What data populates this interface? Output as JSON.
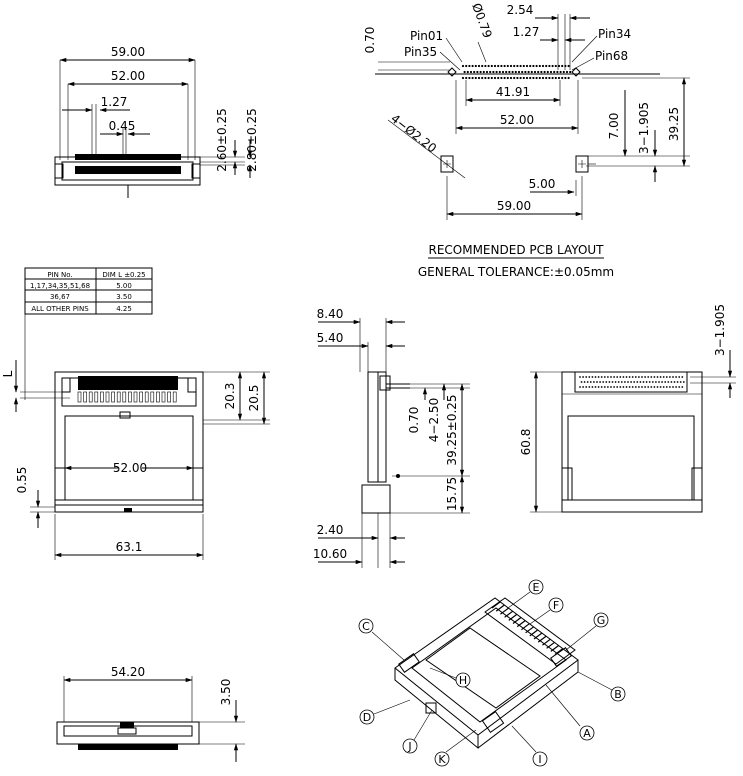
{
  "front_view": {
    "dim_width_outer": "59.00",
    "dim_width_inner": "52.00",
    "dim_pitch": "1.27",
    "dim_pin_width": "0.45",
    "dim_height_a": "2.60±0.25",
    "dim_height_b": "2.80±0.25"
  },
  "pcb_layout": {
    "dim_pitch_wide": "2.54",
    "dim_pitch": "1.27",
    "dim_drill": "Ø0.79",
    "dim_row_offset": "0.70",
    "label_pin01": "Pin01",
    "label_pin35": "Pin35",
    "label_pin34": "Pin34",
    "label_pin68": "Pin68",
    "dim_pin_span": "41.91",
    "dim_width_inner": "52.00",
    "dim_width_outer": "59.00",
    "dim_holes": "4−Ø2.20",
    "dim_hole_y": "7.00",
    "dim_row_y": "3−1.905",
    "dim_total_y": "39.25",
    "dim_hole_x": "5.00",
    "title": "RECOMMENDED PCB LAYOUT",
    "tolerance": "GENERAL TOLERANCE:±0.05mm"
  },
  "pin_table": {
    "headers": [
      "PIN No.",
      "DIM L ±0.25"
    ],
    "rows": [
      [
        "1,17,34,35,51,68",
        "5.00"
      ],
      [
        "36,67",
        "3.50"
      ],
      [
        "ALL OTHER PINS",
        "4.25"
      ]
    ],
    "label_l": "L"
  },
  "top_view": {
    "dim_a": "20.3",
    "dim_b": "20.5",
    "dim_gap": "0.55",
    "dim_inner": "52.00",
    "dim_outer": "63.1"
  },
  "side_view": {
    "dim_840": "8.40",
    "dim_540": "5.40",
    "dim_070": "0.70",
    "dim_250": "4−2.50",
    "dim_3925": "39.25±0.25",
    "dim_1575": "15.75",
    "dim_240": "2.40",
    "dim_1060": "10.60"
  },
  "bottom_view": {
    "dim_row": "3−1.905",
    "dim_length": "60.8"
  },
  "end_view": {
    "dim_width": "54.20",
    "dim_height": "3.50"
  },
  "iso_view": {
    "callouts": [
      "A",
      "B",
      "C",
      "D",
      "E",
      "F",
      "G",
      "H",
      "I",
      "J",
      "K"
    ]
  }
}
